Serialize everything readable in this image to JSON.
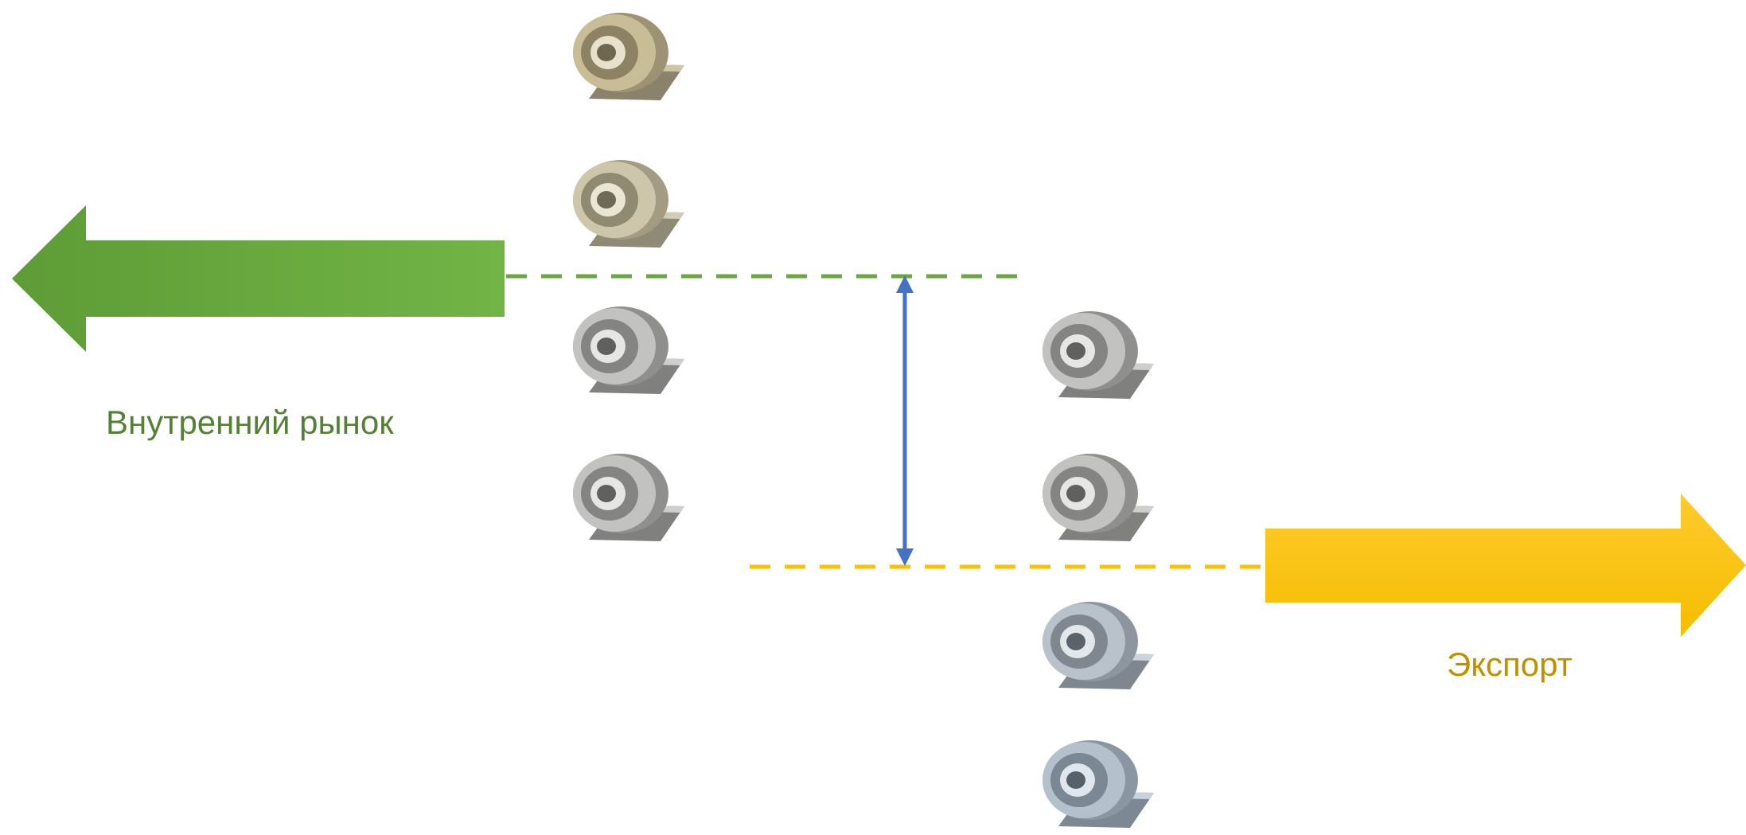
{
  "labels": {
    "domestic_market": "Внутренний рынок",
    "export": "Экспорт"
  },
  "colors": {
    "domestic": "#6aa83f",
    "domestic_text": "#548235",
    "export": "#ffc000",
    "export_text": "#bf9000",
    "gap_arrow": "#4472c4",
    "coil_warm": "#b8ab88",
    "coil_cool": "#a7b0b8"
  },
  "icons": {
    "coil": "steel-coil-icon",
    "left_arrow": "left-arrow-icon",
    "right_arrow": "right-arrow-icon",
    "gap_arrow": "double-headed-arrow-icon"
  },
  "coil_groups": {
    "left_column_count": 4,
    "right_column_count": 4
  }
}
